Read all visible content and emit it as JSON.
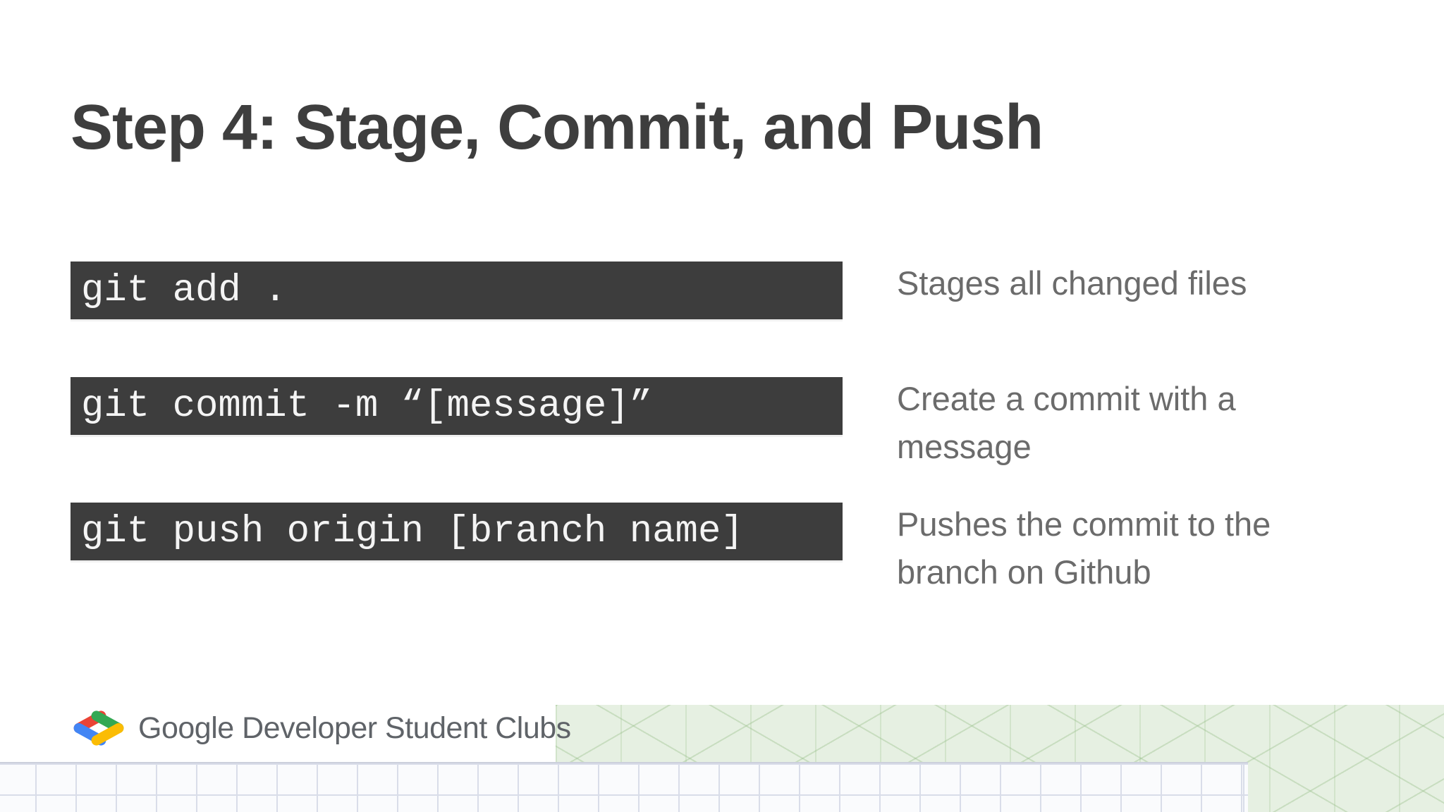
{
  "slide": {
    "title": "Step 4: Stage, Commit, and Push",
    "rows": [
      {
        "command": "git add .",
        "description": "Stages all changed files"
      },
      {
        "command": "git commit -m “[message]”",
        "description": "Create a commit with a\nmessage"
      },
      {
        "command": "git push origin [branch name]",
        "description": "Pushes the commit to the\nbranch on Github"
      }
    ],
    "footer": {
      "brand": "Google Developer Student Clubs",
      "logo_icon": "gdsc-brackets-icon"
    },
    "colors": {
      "title_text": "#3e3e3e",
      "code_background": "#3d3d3d",
      "code_text": "#f4f4f4",
      "description_text": "#6b6b6b",
      "brand_text": "#5f6368",
      "logo_red": "#ea4335",
      "logo_blue": "#4285f4",
      "logo_green": "#34a853",
      "logo_yellow": "#fbbc04",
      "pattern_green_background": "#e6f0e2",
      "grid_background": "#fafbfd"
    }
  }
}
